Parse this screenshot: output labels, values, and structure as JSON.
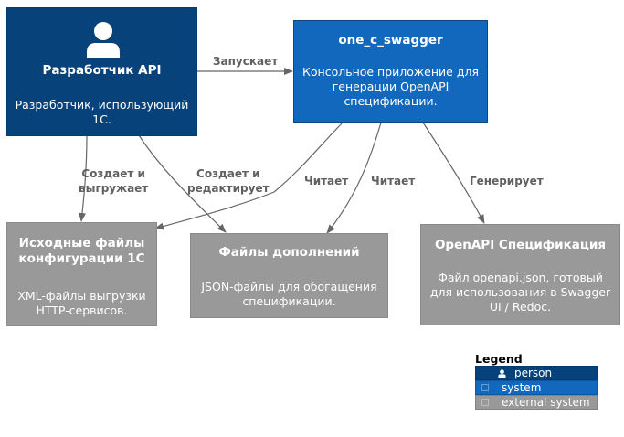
{
  "colors": {
    "person": "#08427b",
    "system": "#1168bd",
    "external_system": "#999999",
    "arrow": "#666666",
    "label": "#606060"
  },
  "nodes": {
    "developer": {
      "icon": "person-icon",
      "title": "Разработчик API",
      "desc_lines": [
        "Разработчик, использующий",
        "1С."
      ]
    },
    "tool": {
      "title": "one_c_swagger",
      "desc_lines": [
        "Консольное приложение для",
        "генерации OpenAPI",
        "спецификации."
      ]
    },
    "source_files": {
      "title_lines": [
        "Исходные файлы",
        "конфигурации 1С"
      ],
      "desc_lines": [
        "XML-файлы выгрузки",
        "HTTP-сервисов."
      ]
    },
    "addon_files": {
      "title": "Файлы дополнений",
      "desc_lines": [
        "JSON-файлы для обогащения",
        "спецификации."
      ]
    },
    "openapi_spec": {
      "title": "OpenAPI Спецификация",
      "desc_lines": [
        "Файл openapi.json, готовый",
        "для использования в Swagger",
        "UI / Redoc."
      ]
    }
  },
  "edges": {
    "launches": {
      "label_lines": [
        "Запускает"
      ]
    },
    "creates_exports": {
      "label_lines": [
        "Создает и",
        "выгружает"
      ]
    },
    "creates_edits": {
      "label_lines": [
        "Создает и",
        "редактирует"
      ]
    },
    "reads_source": {
      "label_lines": [
        "Читает"
      ]
    },
    "reads_addons": {
      "label_lines": [
        "Читает"
      ]
    },
    "generates": {
      "label_lines": [
        "Генерирует"
      ]
    }
  },
  "legend": {
    "title": "Legend",
    "items": [
      {
        "label": "person",
        "icon": "person-icon"
      },
      {
        "label": "system",
        "icon": "system-icon"
      },
      {
        "label": "external system",
        "icon": "external-system-icon"
      }
    ]
  }
}
